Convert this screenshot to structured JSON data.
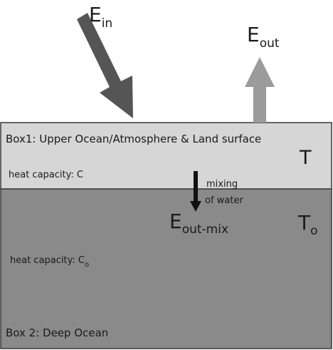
{
  "colors": {
    "box1_fill": "#d6d6d6",
    "box2_fill": "#8a8a8a",
    "outline": "#3a3a3a",
    "arrow_in": "#555555",
    "arrow_out": "#9b9b9b",
    "arrow_mix": "#111111",
    "text": "#1a1a1a"
  },
  "labels": {
    "e_in_main": "E",
    "e_in_sub": "in",
    "e_out_main": "E",
    "e_out_sub": "out",
    "box1_title": "Box1: Upper Ocean/Atmosphere & Land surface",
    "box1_temp": "T",
    "box1_heat": "heat capacity: C",
    "mixing_line1": "mixing",
    "mixing_line2": "of water",
    "e_mix_main": "E",
    "e_mix_sub": "out-mix",
    "box2_temp_main": "T",
    "box2_temp_sub": "o",
    "box2_heat_main": "heat capacity: C",
    "box2_heat_sub": "o",
    "box2_title": "Box 2: Deep Ocean"
  }
}
